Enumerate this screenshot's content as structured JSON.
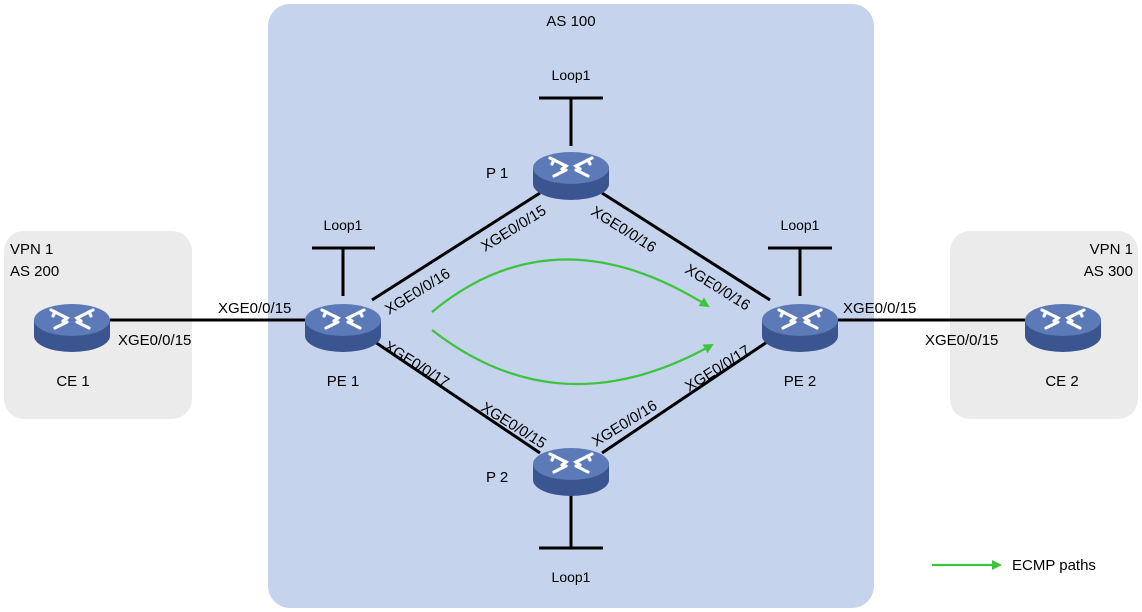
{
  "regions": {
    "core": {
      "label": "AS 100",
      "fill": "#c5d3ec"
    },
    "site1": {
      "vpn": "VPN 1",
      "as": "AS 200",
      "fill": "#ebebeb"
    },
    "site2": {
      "vpn": "VPN 1",
      "as": "AS 300",
      "fill": "#ebebeb"
    }
  },
  "devices": {
    "ce1": {
      "name": "CE 1",
      "icon": "router-icon"
    },
    "pe1": {
      "name": "PE 1",
      "icon": "router-icon",
      "loopback": "Loop1"
    },
    "p1": {
      "name": "P 1",
      "icon": "router-icon",
      "loopback": "Loop1"
    },
    "p2": {
      "name": "P 2",
      "icon": "router-icon",
      "loopback": "Loop1"
    },
    "pe2": {
      "name": "PE 2",
      "icon": "router-icon",
      "loopback": "Loop1"
    },
    "ce2": {
      "name": "CE 2",
      "icon": "router-icon"
    }
  },
  "interfaces": {
    "ce1_pe1": "XGE0/0/15",
    "pe1_ce1": "XGE0/0/15",
    "pe1_p1": "XGE0/0/16",
    "p1_pe1": "XGE0/0/15",
    "p1_pe2": "XGE0/0/16",
    "pe2_p1": "XGE0/0/16",
    "pe1_p2": "XGE0/0/17",
    "p2_pe1": "XGE0/0/15",
    "p2_pe2": "XGE0/0/16",
    "pe2_p2": "XGE0/0/17",
    "pe2_ce2": "XGE0/0/15",
    "ce2_pe2": "XGE0/0/15"
  },
  "legend": {
    "label": "ECMP paths",
    "color": "#3cc43c"
  },
  "colors": {
    "router_top": "#5d7ab8",
    "router_side": "#3a5590",
    "router_glyph": "#ffffff",
    "link": "#000000",
    "ecmp": "#3cc43c"
  }
}
